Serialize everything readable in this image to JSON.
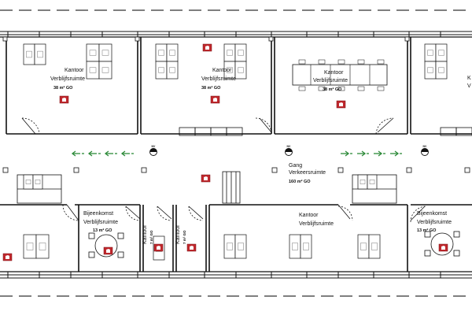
{
  "colors": {
    "wall": "#111111",
    "arrow": "#2e8b3a",
    "extinguisher": "#c0282d",
    "grid": "#333333"
  },
  "rooms": [
    {
      "name": "Kantoor",
      "type": "Verblijfsruimte",
      "area": "38 m² GO"
    },
    {
      "name": "Kantoor",
      "type": "Verblijfsruimte",
      "area": "38 m² GO"
    },
    {
      "name": "Kantoor",
      "type": "Verblijfsruimte",
      "area": "38 m² GO"
    },
    {
      "name": "K",
      "type": "V",
      "area": ""
    },
    {
      "name": "Gang",
      "type": "Verkeersruimte",
      "area": "160 m² GO"
    },
    {
      "name": "Bijeenkomst",
      "type": "Verblijfsruimte",
      "area": "13 m² GO"
    },
    {
      "name": "Kantoor",
      "type": "Verblijfsruimte",
      "area": ""
    },
    {
      "name": "Bijeenkomst",
      "type": "Verblijfsruimte",
      "area": "13 m² GO"
    }
  ],
  "small_rooms": [
    {
      "name": "Kantoor",
      "area": "7 m² GO"
    },
    {
      "name": "Kantoor",
      "area": "7 m² GO"
    }
  ],
  "symbols": {
    "emergency_light_label": "NV",
    "extinguisher_icon": "extinguisher-icon",
    "exit_arrow_icon": "exit-arrow-icon"
  }
}
